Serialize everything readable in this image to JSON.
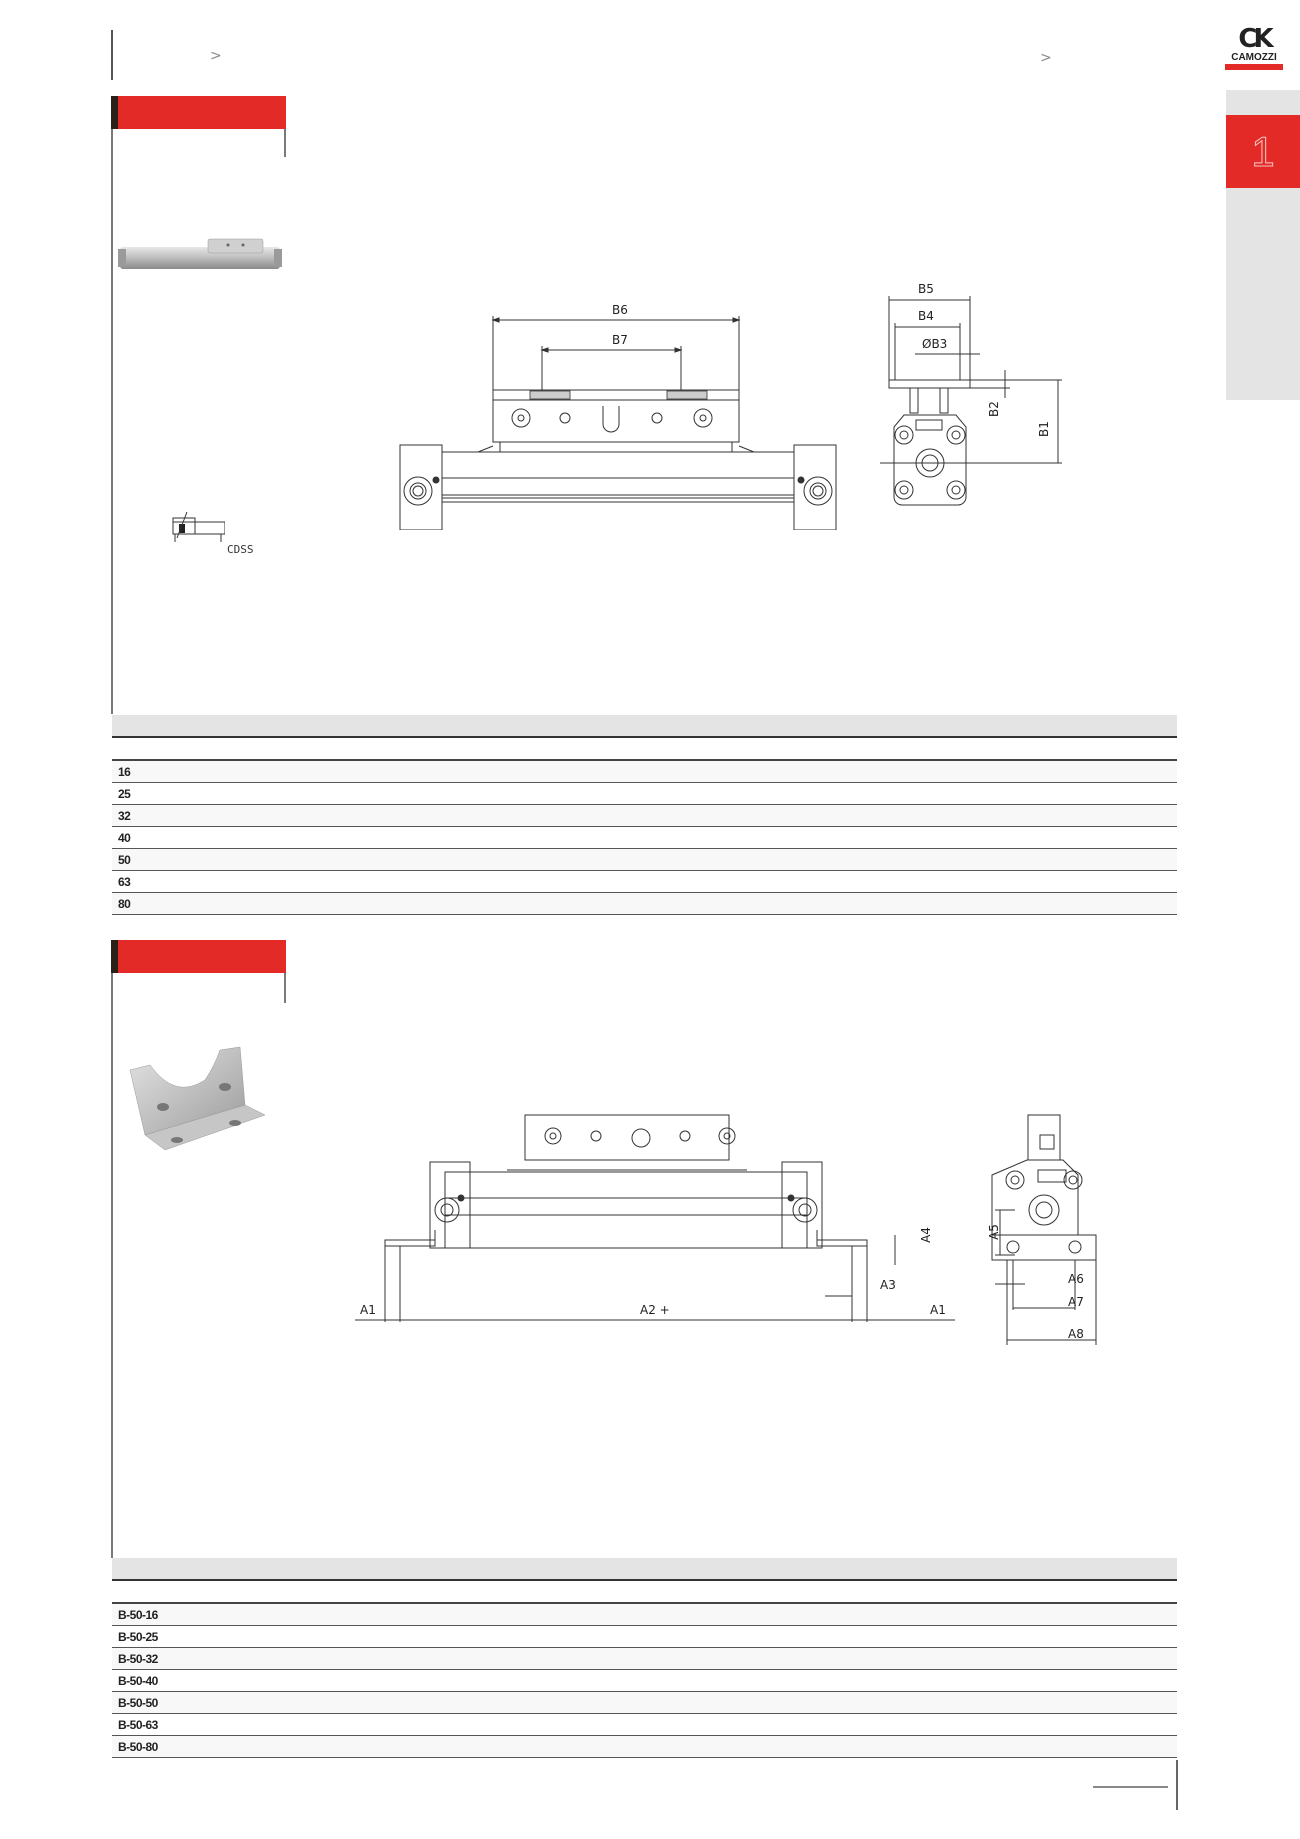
{
  "header": {
    "breadcrumb_separator_left": ">",
    "breadcrumb_separator_right": ">"
  },
  "brand": {
    "logo_mark": "CK",
    "logo_name": "CAMOZZI",
    "accent_color": "#e32a26"
  },
  "side_tab": {
    "chapter_number": "1"
  },
  "section1": {
    "product_image": "rodless-cylinder-with-carriage-photo",
    "symbol_label": "CDSS",
    "drawing": {
      "front_view_dims": [
        "B6",
        "B7"
      ],
      "side_view_dims": [
        "B5",
        "B4",
        "ØB3",
        "B2",
        "B1"
      ]
    },
    "table": {
      "rows": [
        {
          "size": "16"
        },
        {
          "size": "25"
        },
        {
          "size": "32"
        },
        {
          "size": "40"
        },
        {
          "size": "50"
        },
        {
          "size": "63"
        },
        {
          "size": "80"
        }
      ]
    }
  },
  "section2": {
    "product_image": "foot-mounting-bracket-photo",
    "drawing": {
      "front_view_dims": [
        "A1",
        "A2 +",
        "A3",
        "A4",
        "A1"
      ],
      "side_view_dims": [
        "A5",
        "A6",
        "A7",
        "A8"
      ]
    },
    "table": {
      "rows": [
        {
          "model": "B-50-16"
        },
        {
          "model": "B-50-25"
        },
        {
          "model": "B-50-32"
        },
        {
          "model": "B-50-40"
        },
        {
          "model": "B-50-50"
        },
        {
          "model": "B-50-63"
        },
        {
          "model": "B-50-80"
        }
      ]
    }
  }
}
